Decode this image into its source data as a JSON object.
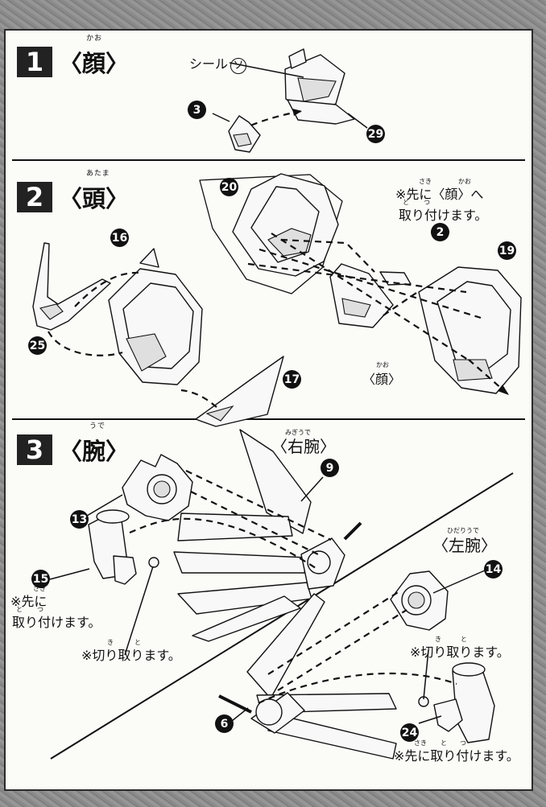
{
  "steps": [
    {
      "number": "1",
      "title": "〈顔〉",
      "ruby": "かお"
    },
    {
      "number": "2",
      "title": "〈頭〉",
      "ruby": "あたま"
    },
    {
      "number": "3",
      "title": "〈腕〉",
      "ruby": "うで"
    }
  ],
  "sticker_label": "シール",
  "sticker_mark": "ソ",
  "part_numbers": {
    "p3": "3",
    "p29": "29",
    "p20": "20",
    "p2": "2",
    "p19": "19",
    "p16": "16",
    "p25": "25",
    "p17": "17",
    "p9": "9",
    "p13": "13",
    "p15": "15",
    "p14": "14",
    "p6": "6",
    "p24": "24"
  },
  "notes": {
    "face_first_1": "※先に〈顔〉へ",
    "face_first_2": "取り付けます。",
    "face_label": "〈顔〉",
    "right_arm": "〈右腕〉",
    "left_arm": "〈左腕〉",
    "attach_first_1": "※先に",
    "attach_first_2": "取り付けます。",
    "cut_off_1": "※切り取ります。",
    "cut_off_2": "※切り取ります。",
    "attach_first_full": "※先に取り付けます。"
  },
  "ruby_notes": {
    "saki": "さき",
    "kao": "かお",
    "to": "と",
    "tsu": "つ",
    "migiude": "みぎうで",
    "hidariude": "ひだりうで",
    "ki": "き"
  }
}
